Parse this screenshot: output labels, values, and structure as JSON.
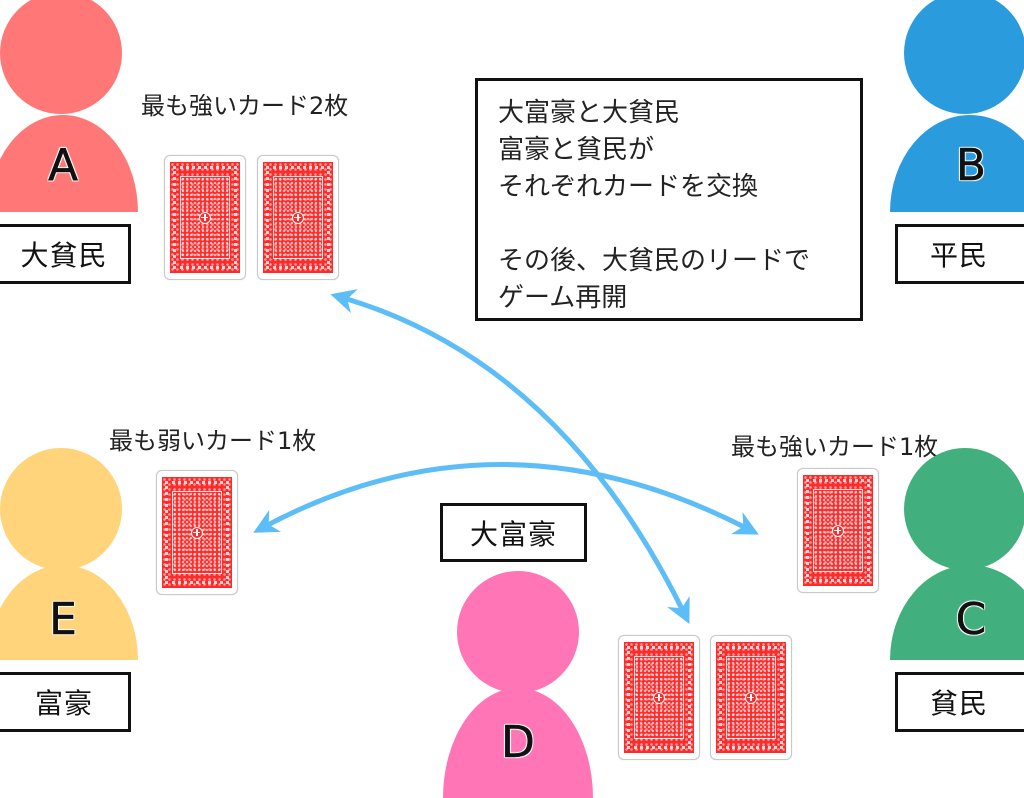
{
  "players": [
    {
      "id": "A",
      "letter": "A",
      "rank": "大貧民",
      "color": "#FF7777",
      "caption": "最も強いカード2枚",
      "cards": 2
    },
    {
      "id": "B",
      "letter": "B",
      "rank": "平民",
      "color": "#2A9CDE",
      "caption": "",
      "cards": 0
    },
    {
      "id": "C",
      "letter": "C",
      "rank": "貧民",
      "color": "#42B07E",
      "caption": "最も強いカード1枚",
      "cards": 1
    },
    {
      "id": "D",
      "letter": "D",
      "rank": "大富豪",
      "color": "#FF75B5",
      "caption": "",
      "cards": 2
    },
    {
      "id": "E",
      "letter": "E",
      "rank": "富豪",
      "color": "#FFD47A",
      "caption": "最も弱いカード1枚",
      "cards": 1
    }
  ],
  "info_box": {
    "lines": [
      "大富豪と大貧民",
      "富豪と貧民が",
      "それぞれカードを交換",
      "",
      "その後、大貧民のリードで",
      "ゲーム再開"
    ]
  },
  "arrows": [
    {
      "from": "A",
      "to": "D",
      "style": "double-headed",
      "color": "#5DBDF7"
    },
    {
      "from": "E",
      "to": "C",
      "style": "double-headed",
      "color": "#5DBDF7"
    }
  ],
  "colors": {
    "arrow": "#5DBDF7",
    "card_back": "#FF2A2A",
    "box_border": "#111111"
  }
}
